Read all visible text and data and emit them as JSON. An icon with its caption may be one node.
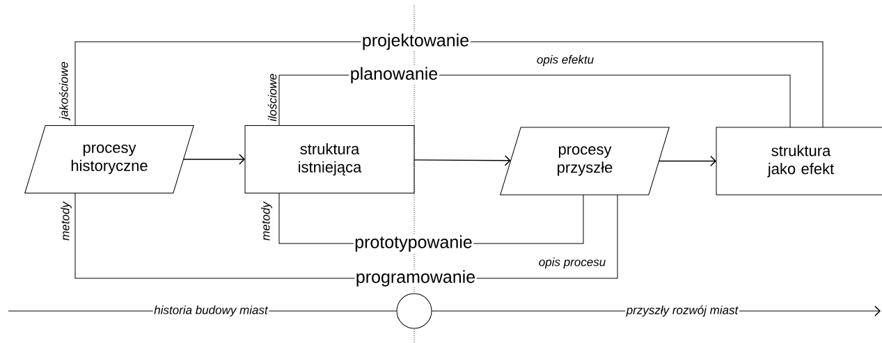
{
  "diagram": {
    "nodes": [
      {
        "text": [
          "procesy historyczne"
        ]
      },
      {
        "text": [
          "struktura istniejąca"
        ]
      },
      {
        "text": [
          "procesy przyszłe"
        ]
      },
      {
        "text": [
          "struktura jako efekt"
        ]
      },
      {
        "text": [],
        "shape": "circle"
      }
    ],
    "edges": [
      {
        "from": 0,
        "to": 1,
        "arrow": "to"
      },
      {
        "from": 1,
        "to": 2,
        "arrow": "to"
      },
      {
        "from": 2,
        "to": 3,
        "arrow": "to"
      },
      {
        "from": 0,
        "to": 3,
        "arrow": "none",
        "label": "projektowanie"
      },
      {
        "from": 1,
        "to": 3,
        "arrow": "none",
        "label": "planowanie"
      },
      {
        "from": 1,
        "to": 2,
        "arrow": "none",
        "label": "prototypowanie"
      },
      {
        "from": 0,
        "to": 2,
        "arrow": "none",
        "label": "programowanie"
      },
      {
        "from": null,
        "to": 4,
        "arrow": "none",
        "label": "historia budowy miast"
      },
      {
        "from": 4,
        "to": null,
        "arrow": "to",
        "label": "przyszły rozwój miast"
      }
    ],
    "labels": [
      "jakościowe",
      "opis efektu",
      "ilościowe",
      "metody",
      "metody",
      "opis procesu"
    ]
  }
}
